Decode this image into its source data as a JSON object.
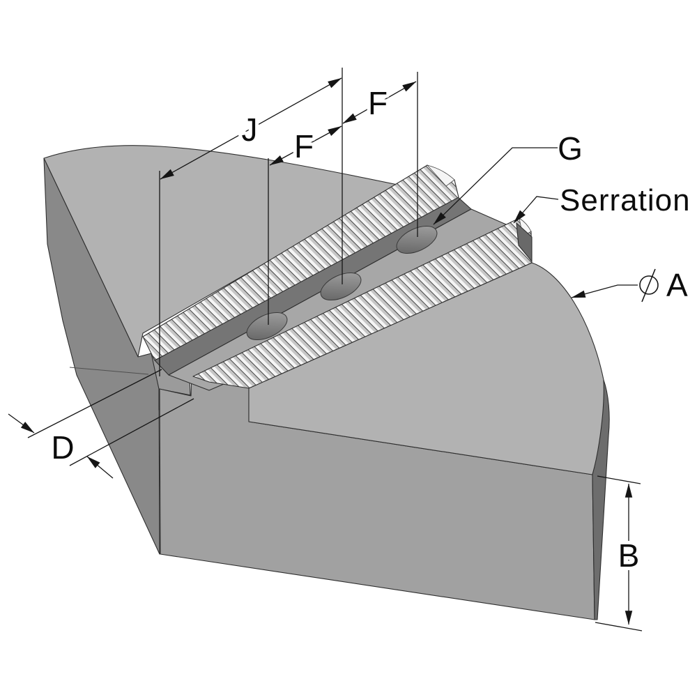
{
  "drawing": {
    "labels": {
      "j": "J",
      "f_upper": "F",
      "f_lower": "F",
      "g": "G",
      "serration": "Serration",
      "diameter_a": "A",
      "d": "D",
      "b": "B"
    },
    "colors": {
      "background": "#ffffff",
      "top_face": "#b2b2b2",
      "front_face": "#a1a1a1",
      "left_face": "#898989",
      "dark_face": "#6d6d6d",
      "wall_band": "#757575",
      "channel": "#a7a7a7",
      "pocket": "#9b9b9b",
      "strip_end": "#696969",
      "teeth_light": "#f5f5f5",
      "teeth_shade": "#c6c6c6",
      "hole_dark": "#5f5f5f",
      "hole_light": "#a6a6a6",
      "outline": "#2e2e2e",
      "dimension": "#151515"
    }
  }
}
